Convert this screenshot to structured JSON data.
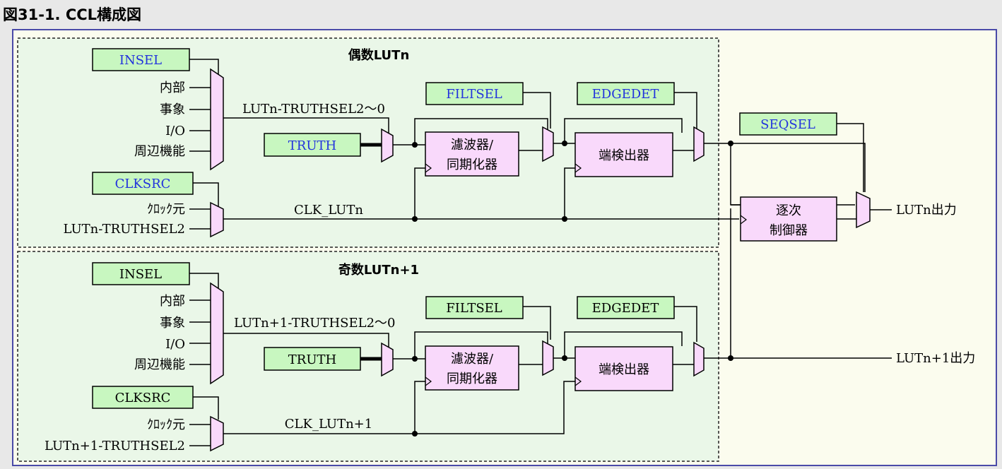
{
  "title": "図31-1. CCL構成図",
  "colors": {
    "register_fill": "#c8f7c0",
    "block_fill": "#f9d9fb",
    "section_fill": "#eaf7e8",
    "frame_border": "#4a4aa8",
    "blue_text": "#2233dd"
  },
  "even": {
    "title": "偶数LUTn",
    "insel": "INSEL",
    "inputs": [
      "内部",
      "事象",
      "I/O",
      "周辺機能"
    ],
    "truthsel_signal": "LUTn-TRUTHSEL2～0",
    "truth": "TRUTH",
    "filtsel": "FILTSEL",
    "filter_line1": "濾波器/",
    "filter_line2": "同期化器",
    "edgedet": "EDGEDET",
    "edge_block": "端検出器",
    "clksrc": "CLKSRC",
    "clk_in1": "ｸﾛｯｸ元",
    "clk_in2": "LUTn-TRUTHSEL2",
    "clk_signal": "CLK_LUTn"
  },
  "odd": {
    "title": "奇数LUTn+1",
    "insel": "INSEL",
    "inputs": [
      "内部",
      "事象",
      "I/O",
      "周辺機能"
    ],
    "truthsel_signal": "LUTn+1-TRUTHSEL2～0",
    "truth": "TRUTH",
    "filtsel": "FILTSEL",
    "filter_line1": "濾波器/",
    "filter_line2": "同期化器",
    "edgedet": "EDGEDET",
    "edge_block": "端検出器",
    "clksrc": "CLKSRC",
    "clk_in1": "ｸﾛｯｸ元",
    "clk_in2": "LUTn+1-TRUTHSEL2",
    "clk_signal": "CLK_LUTn+1"
  },
  "seqsel": "SEQSEL",
  "seq_line1": "逐次",
  "seq_line2": "制御器",
  "out_even": "LUTn出力",
  "out_odd": "LUTn+1出力"
}
